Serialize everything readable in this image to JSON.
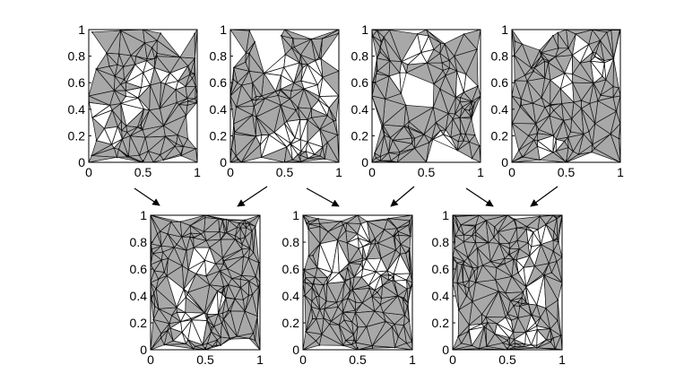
{
  "panels": [
    {
      "id": "top-1",
      "x_ticks": [
        "0",
        "0.5",
        "1"
      ],
      "y_ticks": [
        "0",
        "0.2",
        "0.4",
        "0.6",
        "0.8",
        "1"
      ]
    },
    {
      "id": "top-2",
      "x_ticks": [
        "0",
        "0.5",
        "1"
      ],
      "y_ticks": [
        "0",
        "0.2",
        "0.4",
        "0.6",
        "0.8",
        "1"
      ]
    },
    {
      "id": "top-3",
      "x_ticks": [
        "0",
        "0.5",
        "1"
      ],
      "y_ticks": [
        "0",
        "0.2",
        "0.4",
        "0.6",
        "0.8",
        "1"
      ]
    },
    {
      "id": "top-4",
      "x_ticks": [
        "0",
        "0.5",
        "1"
      ],
      "y_ticks": [
        "0",
        "0.2",
        "0.4",
        "0.6",
        "0.8",
        "1"
      ]
    },
    {
      "id": "bottom-1",
      "x_ticks": [
        "0",
        "0.5",
        "1"
      ],
      "y_ticks": [
        "0",
        "0.2",
        "0.4",
        "0.6",
        "0.8",
        "1"
      ]
    },
    {
      "id": "bottom-2",
      "x_ticks": [
        "0",
        "0.5",
        "1"
      ],
      "y_ticks": [
        "0",
        "0.2",
        "0.4",
        "0.6",
        "0.8",
        "1"
      ]
    },
    {
      "id": "bottom-3",
      "x_ticks": [
        "0",
        "0.5",
        "1"
      ],
      "y_ticks": [
        "0",
        "0.2",
        "0.4",
        "0.6",
        "0.8",
        "1"
      ]
    }
  ],
  "colors": {
    "fill": "#a8a8a8",
    "edge": "#111111",
    "hole": "#ffffff",
    "frame": "#000000"
  },
  "merges": [
    {
      "from": [
        "top-1",
        "top-2"
      ],
      "to": "bottom-1"
    },
    {
      "from": [
        "top-2",
        "top-3"
      ],
      "to": "bottom-2"
    },
    {
      "from": [
        "top-3",
        "top-4"
      ],
      "to": "bottom-3"
    }
  ]
}
